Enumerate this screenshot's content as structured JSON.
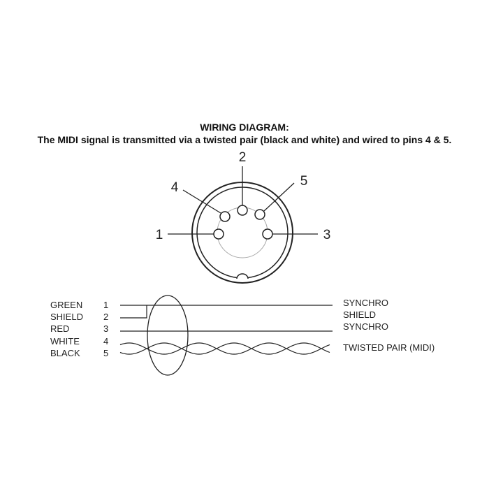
{
  "title": "WIRING DIAGRAM:",
  "subtitle": "The MIDI signal is transmitted via a twisted pair (black and white) and wired to pins 4 & 5.",
  "connector": {
    "pins": [
      "1",
      "2",
      "3",
      "4",
      "5"
    ]
  },
  "wires": [
    {
      "color": "GREEN",
      "pin": "1"
    },
    {
      "color": "SHIELD",
      "pin": "2"
    },
    {
      "color": "RED",
      "pin": "3"
    },
    {
      "color": "WHITE",
      "pin": "4"
    },
    {
      "color": "BLACK",
      "pin": "5"
    }
  ],
  "signals": [
    "SYNCHRO",
    "SHIELD",
    "SYNCHRO",
    "TWISTED PAIR (MIDI)"
  ]
}
